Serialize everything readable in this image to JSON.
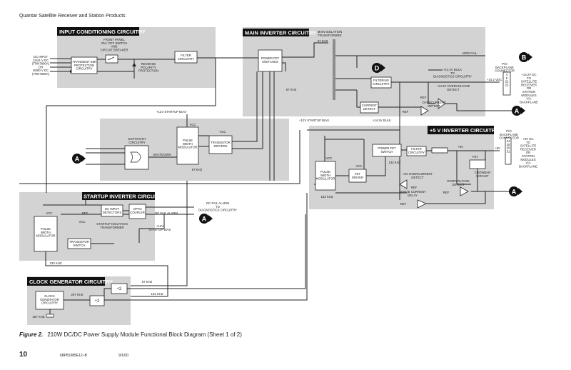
{
  "header": {
    "title": "Quantar Satellite Receiver and Station Products"
  },
  "sections": {
    "input": "INPUT CONDITIONING CIRCUITRY",
    "main": "MAIN INVERTER CIRCUITRY",
    "five_v": "+5 V INVERTER CIRCUITRY",
    "startup": "STARTUP INVERTER CIRCUITRY",
    "clock": "CLOCK GENERATOR CIRCUITRY"
  },
  "labels": {
    "dc_input": [
      "DC INPUT",
      "12/24 V DC",
      "(TRN7800A)",
      "OR",
      "48/60 V DC",
      "(TRN7805A)"
    ],
    "transient": [
      "TRANSIENT EMI",
      "PROTECTION",
      "CIRCUITRY"
    ],
    "front_panel": [
      "FRONT PANEL",
      "ON / OFF SWITCH",
      "AND",
      "CIRCUIT BREAKER"
    ],
    "reverse": [
      "REVERSE",
      "POLARITY",
      "PROTECTION"
    ],
    "filter": [
      "FILTER",
      "CIRCUITRY"
    ],
    "power_fet": [
      "POWER FET",
      "SWITCHES"
    ],
    "main_iso": [
      "MAIN ISOLATION",
      "TRANSFORMER"
    ],
    "khz67": "67 KHZ",
    "khz133": "133 KHZ",
    "khz267": "267 KHZ",
    "mod_fail": "MOD FAIL",
    "bulk_diag": [
      "+14.2V BULK",
      "TO",
      "DIAGNOSTICS CIRCUITRY"
    ],
    "v142": "+14.2 VDC",
    "filtering": [
      "FILTERING",
      "CIRCUITRY"
    ],
    "ov142": [
      "+14.2V OVERVOLTAGE",
      "DETECT"
    ],
    "current_detect": [
      "CURRENT",
      "DETECT"
    ],
    "overcurrent": [
      "OVERCURRENT",
      "DETECT"
    ],
    "ref": "REF",
    "po_connector": [
      "P/O",
      "BACKPLANE",
      "CONNECTOR"
    ],
    "pins_main": [
      "4",
      "5",
      "22",
      "23"
    ],
    "out_142": [
      "+14.2V DC",
      "TO",
      "SATELLITE",
      "RECEIVER",
      "OR",
      "STATION",
      "MODULES",
      "VIA",
      "BACKPLANE"
    ],
    "startup_bias": "+12V STARTUP BIAS",
    "bulk": "+14.2V BULK",
    "softstart": [
      "SOFTSTART",
      "CIRCUITRY"
    ],
    "shutdown": "SHUTDOWN",
    "pwm": [
      "PULSE",
      "WIDTH",
      "MODULATOR"
    ],
    "vcc": "VCC",
    "transistor_drivers": [
      "TRANSISTOR",
      "DRIVERS"
    ],
    "power_fet_switch": [
      "POWER FET",
      "SWITCH"
    ],
    "fet_driver": [
      "FET",
      "DRIVER"
    ],
    "plus5v": "+5V",
    "oc5v": [
      "+5V OVERCURRENT",
      "DETECT"
    ],
    "surge": [
      "SURGE CURRENT",
      "DELAY"
    ],
    "ovd": [
      "OVERVOLTAGE",
      "DETECT"
    ],
    "fet": "FET",
    "crowbar": [
      "CROWBAR",
      "CIRCUIT"
    ],
    "pins_5v": [
      "24",
      "25",
      "30",
      "31"
    ],
    "out_5v": [
      "+5V DC",
      "TO",
      "SATELLITE",
      "RECEIVER",
      "OR",
      "STATION",
      "MODULES",
      "VIA",
      "BACKPLANE"
    ],
    "dc_input_det": [
      "DC INPUT",
      "DETECTORS"
    ],
    "opto": [
      "OPTO",
      "COUPLER"
    ],
    "dc_fail_diag": [
      "DC FAIL ALARM",
      "TO",
      "DIAGNOSTICS CIRCUITRY"
    ],
    "dc_fail": "DC FAIL ALARM",
    "startup_iso": [
      "STARTUP ISOLATION",
      "TRANSFORMER"
    ],
    "startup_12v": [
      "+12V",
      "STARTUP BIAS"
    ],
    "transistor_switch": [
      "TRANSISTOR",
      "SWITCH"
    ],
    "clock_gen": [
      "CLOCK",
      "GENERATOR",
      "CIRCUITRY"
    ],
    "div2": "÷2"
  },
  "connectors": {
    "a": "A",
    "b": "B",
    "d": "D"
  },
  "caption": {
    "figure": "Figure 2.",
    "text": "210W DC/DC Power Supply Module Functional Block Diagram (Sheet 1 of 2)"
  },
  "footer": {
    "page": "10",
    "doc": "68P81085E12–B",
    "date": "9/1/00"
  }
}
